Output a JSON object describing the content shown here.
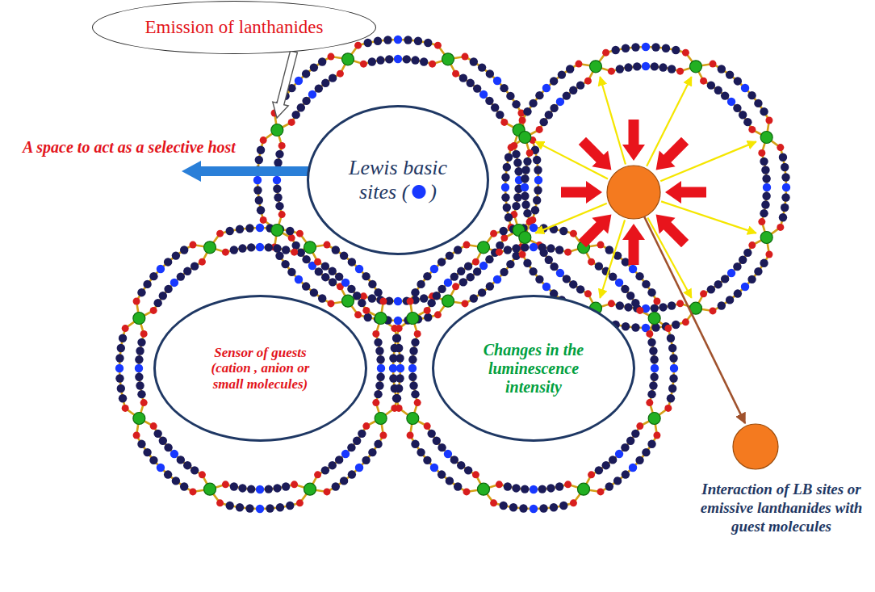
{
  "diagram": {
    "nodes": [
      {
        "text": [
          "Emission of lanthanides"
        ]
      },
      {
        "text": [
          "Lewis basic sites ( )"
        ]
      },
      {
        "text": [
          "Sensor of guests (cation , anion or small molecules)"
        ]
      },
      {
        "text": [
          "Changes in the luminescence intensity"
        ]
      }
    ],
    "labels": [
      "A space to act as a selective host",
      "Interaction of LB sites or emissive lanthanides with guest molecules"
    ]
  }
}
